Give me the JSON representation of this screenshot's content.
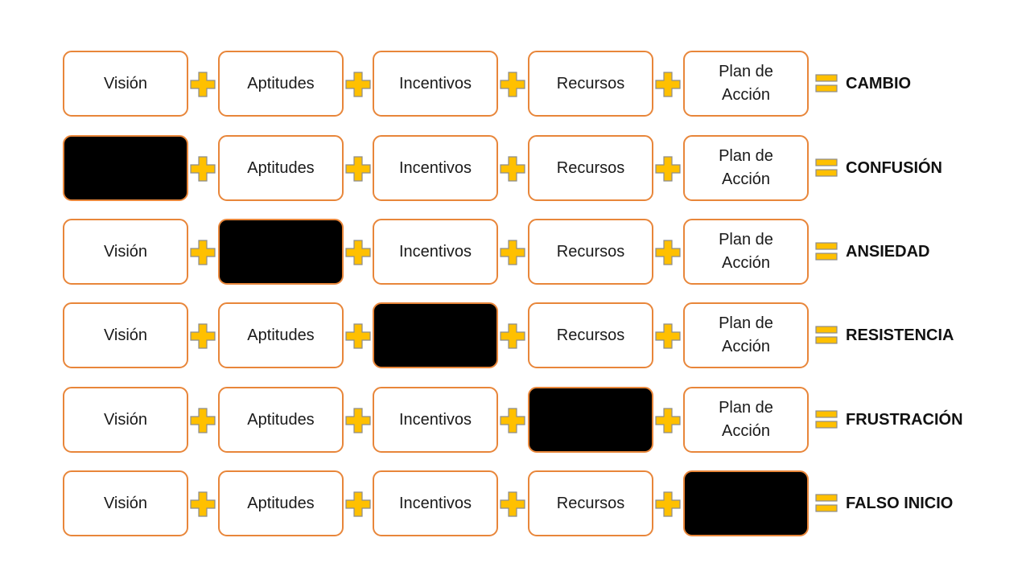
{
  "colors": {
    "box_border": "#e8863a",
    "masked_fill": "#000000",
    "operator_fill": "#ffc000",
    "operator_stroke": "#8c8c8c"
  },
  "icons": {
    "plus": "plus-icon",
    "equals": "equals-icon"
  },
  "rows": [
    {
      "items": [
        {
          "label": "Visión",
          "masked": false
        },
        {
          "label": "Aptitudes",
          "masked": false
        },
        {
          "label": "Incentivos",
          "masked": false
        },
        {
          "label": "Recursos",
          "masked": false
        },
        {
          "label": "Plan de\nAcción",
          "masked": false
        }
      ],
      "result": "CAMBIO"
    },
    {
      "items": [
        {
          "label": "",
          "masked": true
        },
        {
          "label": "Aptitudes",
          "masked": false
        },
        {
          "label": "Incentivos",
          "masked": false
        },
        {
          "label": "Recursos",
          "masked": false
        },
        {
          "label": "Plan de\nAcción",
          "masked": false
        }
      ],
      "result": "CONFUSIÓN"
    },
    {
      "items": [
        {
          "label": "Visión",
          "masked": false
        },
        {
          "label": "",
          "masked": true
        },
        {
          "label": "Incentivos",
          "masked": false
        },
        {
          "label": "Recursos",
          "masked": false
        },
        {
          "label": "Plan de\nAcción",
          "masked": false
        }
      ],
      "result": "ANSIEDAD"
    },
    {
      "items": [
        {
          "label": "Visión",
          "masked": false
        },
        {
          "label": "Aptitudes",
          "masked": false
        },
        {
          "label": "",
          "masked": true
        },
        {
          "label": "Recursos",
          "masked": false
        },
        {
          "label": "Plan de\nAcción",
          "masked": false
        }
      ],
      "result": "RESISTENCIA"
    },
    {
      "items": [
        {
          "label": "Visión",
          "masked": false
        },
        {
          "label": "Aptitudes",
          "masked": false
        },
        {
          "label": "Incentivos",
          "masked": false
        },
        {
          "label": "",
          "masked": true
        },
        {
          "label": "Plan de\nAcción",
          "masked": false
        }
      ],
      "result": "FRUSTRACIÓN"
    },
    {
      "items": [
        {
          "label": "Visión",
          "masked": false
        },
        {
          "label": "Aptitudes",
          "masked": false
        },
        {
          "label": "Incentivos",
          "masked": false
        },
        {
          "label": "Recursos",
          "masked": false
        },
        {
          "label": "",
          "masked": true
        }
      ],
      "result": "FALSO INICIO"
    }
  ]
}
